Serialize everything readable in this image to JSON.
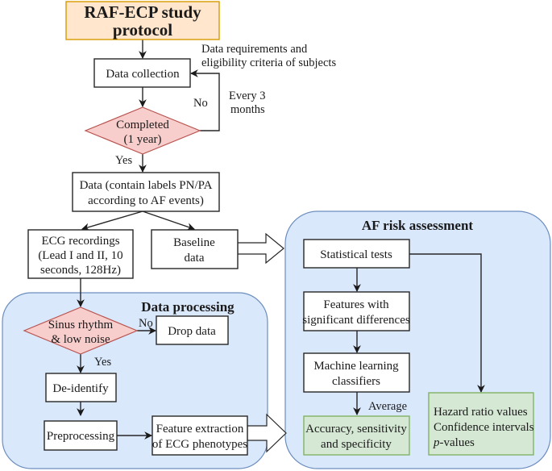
{
  "diagram": {
    "start": {
      "line1": "RAF-ECP study",
      "line2": "protocol"
    },
    "data_collection": "Data collection",
    "requirements_note": {
      "line1": "Data requirements and",
      "line2": "eligibility criteria of subjects"
    },
    "frequency_note": {
      "line1": "Every 3",
      "line2": "months"
    },
    "completed_decision": {
      "line1": "Completed",
      "line2": "(1 year)"
    },
    "labels": {
      "no_loop": "No",
      "yes_completed": "Yes",
      "no_sinus": "No",
      "yes_sinus": "Yes",
      "average": "Average"
    },
    "labeled_data": {
      "line1": "Data (contain labels PN/PA",
      "line2": "according to AF events)"
    },
    "ecg_recordings": {
      "line1": "ECG recordings",
      "line2": "(Lead I and II, 10",
      "line3": "seconds, 128Hz)"
    },
    "baseline_data": {
      "line1": "Baseline",
      "line2": "data"
    },
    "data_processing_group": {
      "title": "Data processing",
      "sinus_decision": {
        "line1": "Sinus rhythm",
        "line2": "& low noise"
      },
      "drop_data": "Drop data",
      "deidentify": "De-identify",
      "preprocessing": "Preprocessing",
      "feature_extraction": {
        "line1": "Feature extraction",
        "line2": "of ECG phenotypes"
      }
    },
    "af_risk_group": {
      "title": "AF risk assessment",
      "statistical_tests": "Statistical tests",
      "significant_features": {
        "line1": "Features with",
        "line2": "significant differences"
      },
      "ml_classifiers": {
        "line1": "Machine learning",
        "line2": "classifiers"
      },
      "performance": {
        "line1": "Accuracy, sensitivity",
        "line2": "and specificity"
      },
      "statistics_output": {
        "line1": "Hazard ratio values",
        "line2": "Confidence intervals",
        "line3_italic": "p",
        "line3_rest": "-values"
      }
    }
  }
}
